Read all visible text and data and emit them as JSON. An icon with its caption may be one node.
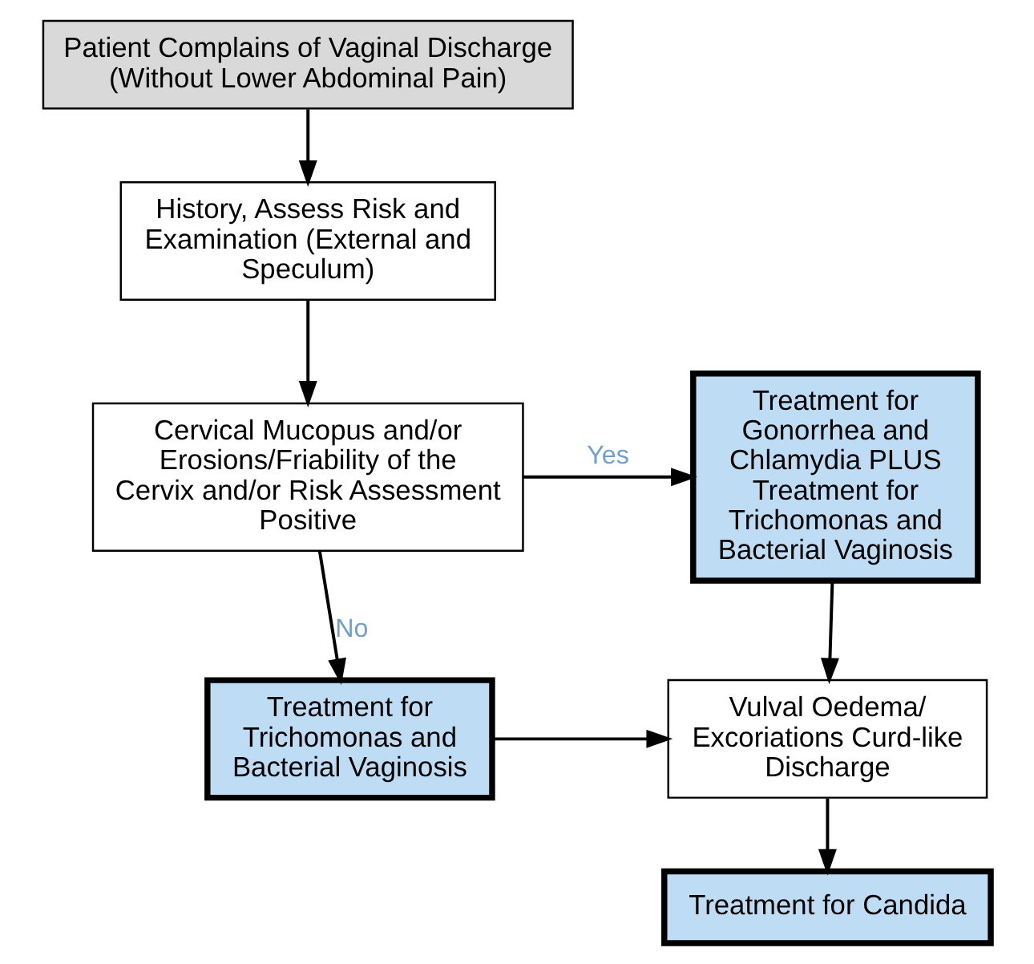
{
  "diagram": {
    "nodes": [
      {
        "text": [
          "Patient Complains of Vaginal Discharge (Without Lower Abdominal Pain)"
        ]
      },
      {
        "text": [
          "History, Assess Risk and Examination (External and Speculum)"
        ]
      },
      {
        "text": [
          "Cervical Mucopus and/or Erosions/Friability of the Cervix and/or Risk Assessment Positive"
        ]
      },
      {
        "text": [
          "Treatment for Gonorrhea and Chlamydia PLUS Treatment for Trichomonas and Bacterial Vaginosis"
        ]
      },
      {
        "text": [
          "Treatment for Trichomonas and Bacterial Vaginosis"
        ]
      },
      {
        "text": [
          "Vulval Oedema/ Excoriations Curd-like Discharge"
        ]
      },
      {
        "text": [
          "Treatment for Candida"
        ]
      }
    ],
    "edges": [
      {
        "from": 0,
        "to": 1,
        "arrow": "to"
      },
      {
        "from": 1,
        "to": 2,
        "arrow": "to"
      },
      {
        "from": 2,
        "to": 3,
        "arrow": "to",
        "label": "Yes"
      },
      {
        "from": 2,
        "to": 4,
        "arrow": "to",
        "label": "No"
      },
      {
        "from": 3,
        "to": 5,
        "arrow": "to"
      },
      {
        "from": 4,
        "to": 5,
        "arrow": "to"
      },
      {
        "from": 5,
        "to": 6,
        "arrow": "to"
      }
    ]
  }
}
